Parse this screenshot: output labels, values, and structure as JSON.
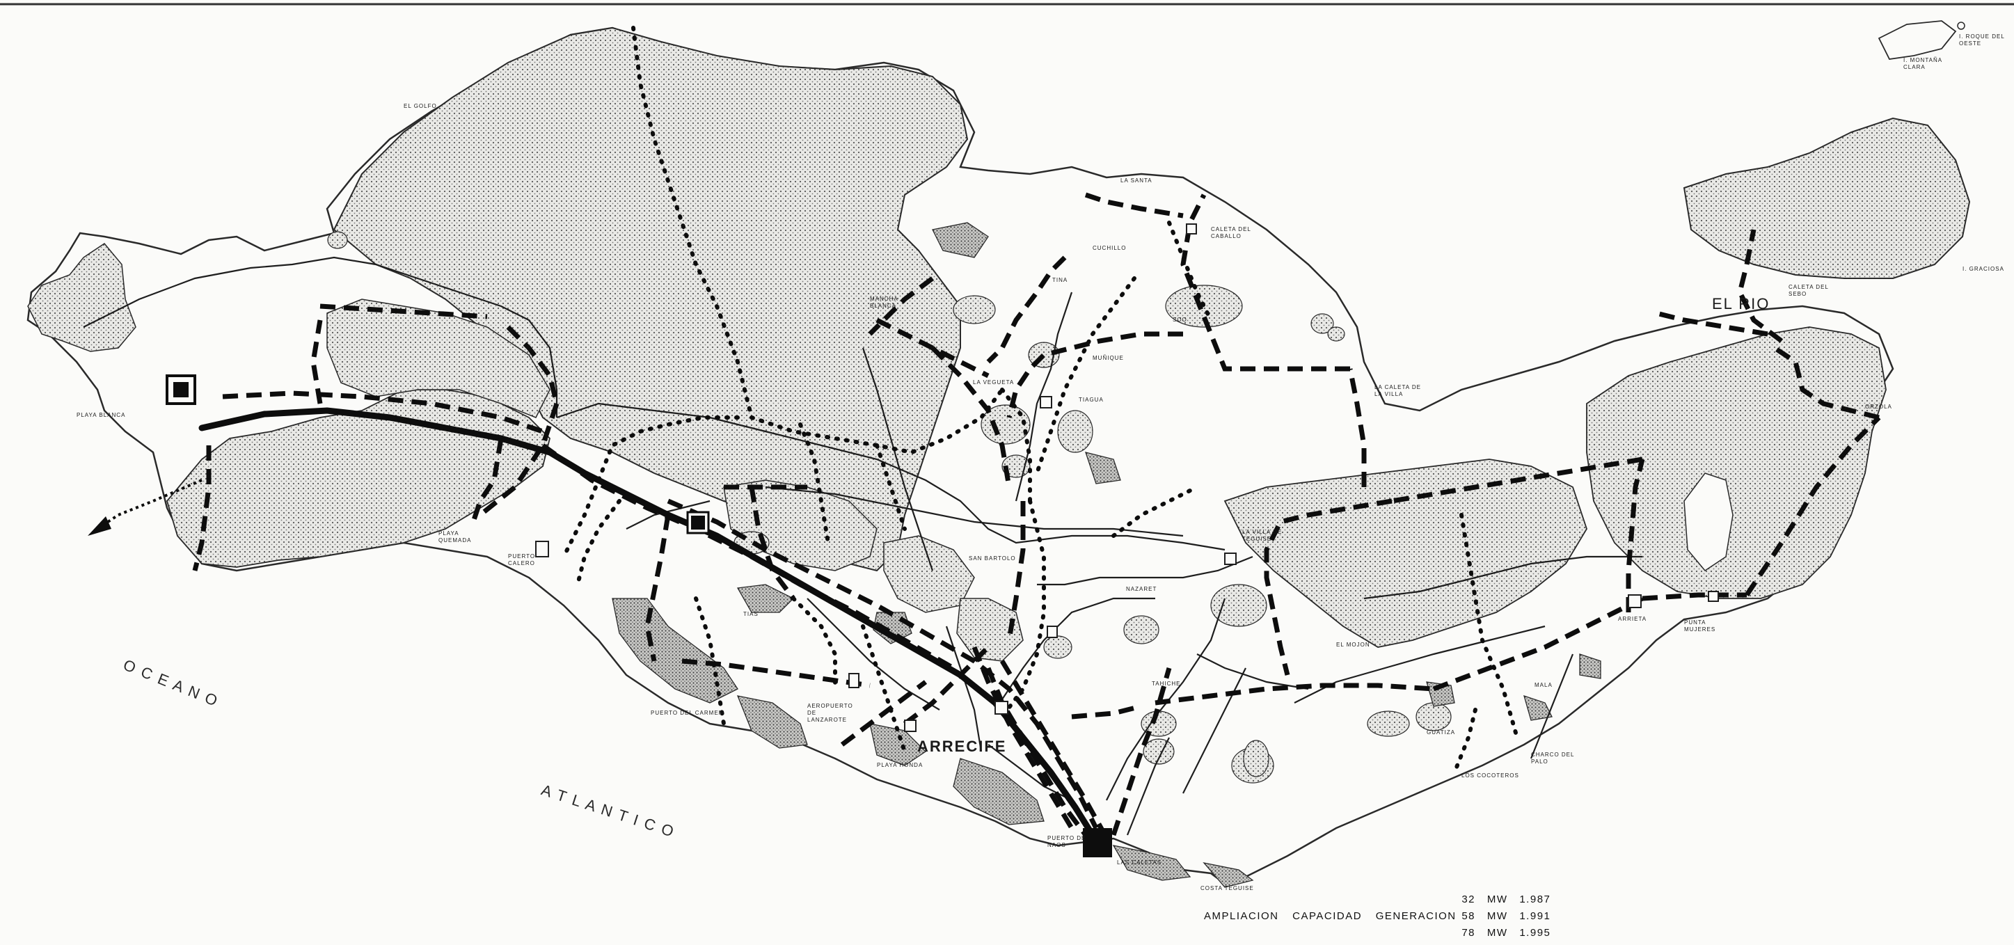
{
  "map": {
    "labels": {
      "el_golfo": "EL GOLFO",
      "playa_blanca": "PLAYA BLANCA",
      "playa_quemada": "PLAYA QUEMADA",
      "puerto_calero": "PUERTO CALERO",
      "tias": "TIAS",
      "puerto_del_carmen": "PUERTO DEL CARMEN",
      "aeropuerto": "AEROPUERTO DE LANZAROTE",
      "playa_honda": "PLAYA HONDA",
      "arrecife": "ARRECIFE",
      "puerto_naos": "PUERTO DE NAOS",
      "las_caletas": "LAS CALETAS",
      "costa_teguise": "COSTA TEGUISE",
      "san_bartolome": "SAN BARTOLO",
      "tinajo": "TINA",
      "mancha_blanca": "MANCHA BLANCA",
      "la_vegueta": "LA VEGUETA",
      "tiagua": "TIAGUA",
      "la_santa": "LA SANTA",
      "caleta_del_caballo": "CALETA DEL CABALLO",
      "cuchillo": "CUCHILLO",
      "soo": "SOO",
      "muñique": "MUÑIQUE",
      "la_caleta_de_la_villa": "LA CALETA DE LA VILLA",
      "la_villa_de_teguise": "LA VILLA DE TEGUISE",
      "nazaret": "NAZARET",
      "tahiche": "TAHICHE",
      "el_mojon": "EL MOJON",
      "guatiza": "GUATIZA",
      "los_cocoteros": "LOS COCOTEROS",
      "charco_del_palo": "CHARCO DEL PALO",
      "mala": "MALA",
      "arrieta": "ARRIETA",
      "punta_mujeres": "PUNTA MUJERES",
      "orzola": "ORZOLA",
      "el_rio": "EL   RIO",
      "graciosa": "I. GRACIOSA",
      "montana_clara": "I. MONTAÑA CLARA",
      "roque_del_oeste": "I. ROQUE DEL OESTE",
      "caleta_del_sebo": "CALETA DEL SEBO"
    },
    "ocean_words": {
      "oceano": "O C E A N O",
      "atlantico": "A T L A N T I C O"
    }
  },
  "legend": {
    "title": "AMPLIACION  CAPACIDAD  GENERACION",
    "rows": [
      {
        "mw": "32",
        "unit": "MW",
        "year": "1.987"
      },
      {
        "mw": "58",
        "unit": "MW",
        "year": "1.991"
      },
      {
        "mw": "78",
        "unit": "MW",
        "year": "1.995"
      }
    ]
  }
}
